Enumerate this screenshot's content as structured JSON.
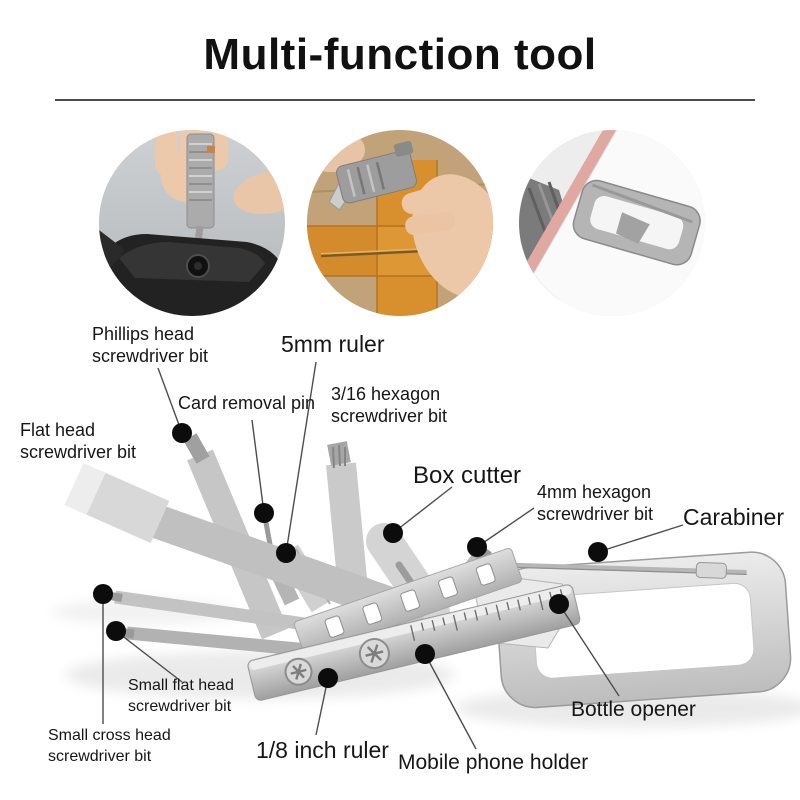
{
  "title": "Multi-function tool",
  "colors": {
    "divider": "#4a4a4a",
    "text": "#141414",
    "callout_dot": "#0c0c0c",
    "metal_light": "#ececec",
    "metal_mid": "#bdbdbd",
    "tape_orange": "#d8902f",
    "cardboard": "#c2a379",
    "phone_edge_rose": "#dfa9a2"
  },
  "photos": [
    {
      "id": "photo-screwdriver-demo"
    },
    {
      "id": "photo-box-cutter-demo"
    },
    {
      "id": "photo-phone-stand-demo"
    }
  ],
  "callouts": [
    {
      "id": "phillips-head",
      "text": "Phillips head screwdriver bit"
    },
    {
      "id": "card-removal-pin",
      "text": "Card removal pin"
    },
    {
      "id": "ruler-5mm",
      "text": "5mm ruler"
    },
    {
      "id": "hexagon-3-16",
      "text": "3/16 hexagon screwdriver bit"
    },
    {
      "id": "flat-head",
      "text": "Flat head screwdriver bit"
    },
    {
      "id": "box-cutter",
      "text": "Box cutter"
    },
    {
      "id": "hexagon-4mm",
      "text": "4mm hexagon screwdriver bit"
    },
    {
      "id": "carabiner",
      "text": "Carabiner"
    },
    {
      "id": "small-flat-head",
      "text": "Small flat head screwdriver bit"
    },
    {
      "id": "small-cross-head",
      "text": "Small cross head screwdriver bit"
    },
    {
      "id": "ruler-1-8-inch",
      "text": "1/8 inch ruler"
    },
    {
      "id": "mobile-phone-holder",
      "text": "Mobile phone holder"
    },
    {
      "id": "bottle-opener",
      "text": "Bottle opener"
    }
  ]
}
